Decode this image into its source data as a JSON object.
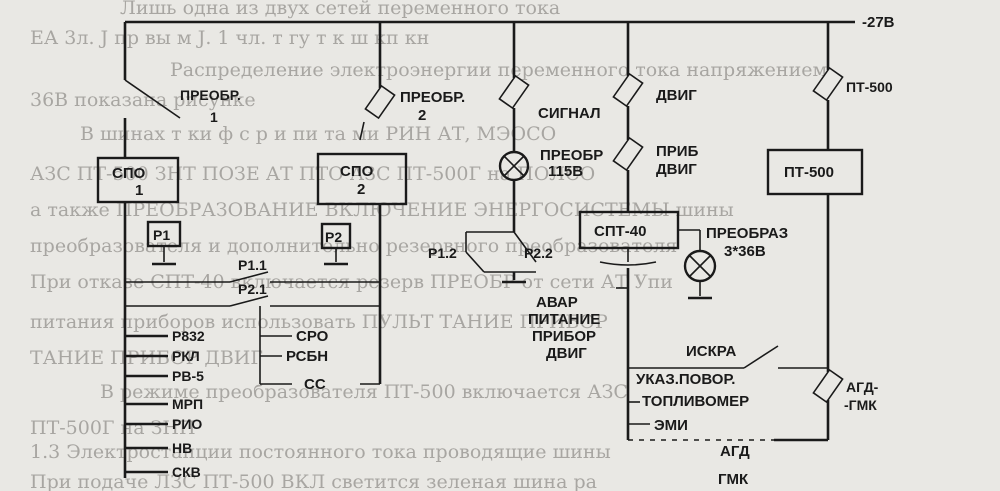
{
  "background_text": [
    "Лишь одна из двух сетей переменного тока",
    "ЕА 3л. Ј пр вы м  Ј.  1 чл. т  гу  т к ш кп кн",
    "Распределение электроэнергии переменного тока напряжением",
    "36В показана рисунке",
    "В шинах т ки  ф с  р и пи та   ми  РИН АТ, МЭОСО",
    "АЗС ПТ-500 ЗНТ ПОЗЕ АТ ПТО АЗС ПТ-500Г на ПОЛСО",
    "а также ПРЕОБРАЗОВАНИЕ ВКЛЮЧЕНИЕ ЭНЕРГОСИСТЕМЫ шины",
    "преобразователя и дополнительно резервного преобразователя",
    "При отказе СПТ-40 включается резерв ПРЕОБР от сети АТ Упи",
    "питания приборов использовать ПУЛЬТ ТАНИЕ ПРИБОР",
    "ТАНИЕ ПРИБОР ДВИГ",
    "В режиме преобразователя ПТ-500 включается АЗС",
    "ПТ-500Г на ЗНП",
    "1.3 Электростанции постоянного тока проводящие шины",
    "При подаче ЛЗС ПТ-500 ВКЛ светится зеленая шина ра"
  ],
  "bus": {
    "label": "-27В"
  },
  "fuses": {
    "preobr1": "ПРЕОБР.",
    "preobr1_num": "1",
    "preobr2": "ПРЕОБР.",
    "preobr2_num": "2",
    "signal": "СИГНАЛ",
    "dvig": "ДВИГ",
    "pt500": "ПТ-500",
    "prib": "ПРИБ",
    "prib2": "ДВИГ",
    "agd": "АГД-",
    "agd2": "-ГМК"
  },
  "blocks": {
    "spo1": "СПО",
    "spo1_num": "1",
    "spo2": "СПО",
    "spo2_num": "2",
    "p1": "Р1",
    "p2": "Р2",
    "pt500": "ПТ-500",
    "spt40": "СПТ-40"
  },
  "lamps": {
    "preobr115": "ПРЕОБР",
    "preobr115_v": "115В",
    "preobraz36": "ПРЕОБРАЗ",
    "preobraz36_v": "3*36В"
  },
  "switches": {
    "p12": "Р1.2",
    "p22": "Р2.2",
    "p11": "Р1.1",
    "p21": "Р2.1",
    "iskra": "ИСКРА"
  },
  "loads_left": [
    "Р832",
    "РКЛ",
    "РВ-5",
    "МРП",
    "РИО",
    "НВ",
    "СКВ"
  ],
  "loads_mid": [
    "СРО",
    "РСБН",
    "СС"
  ],
  "loads_avar": [
    "АВАР",
    "ПИТАНИЕ",
    "ПРИБОР",
    "ДВИГ"
  ],
  "loads_right": [
    "УКАЗ.ПОВОР.",
    "ТОПЛИВОМЕР",
    "ЭМИ"
  ],
  "loads_agd": [
    "АГД",
    "ГМК"
  ]
}
